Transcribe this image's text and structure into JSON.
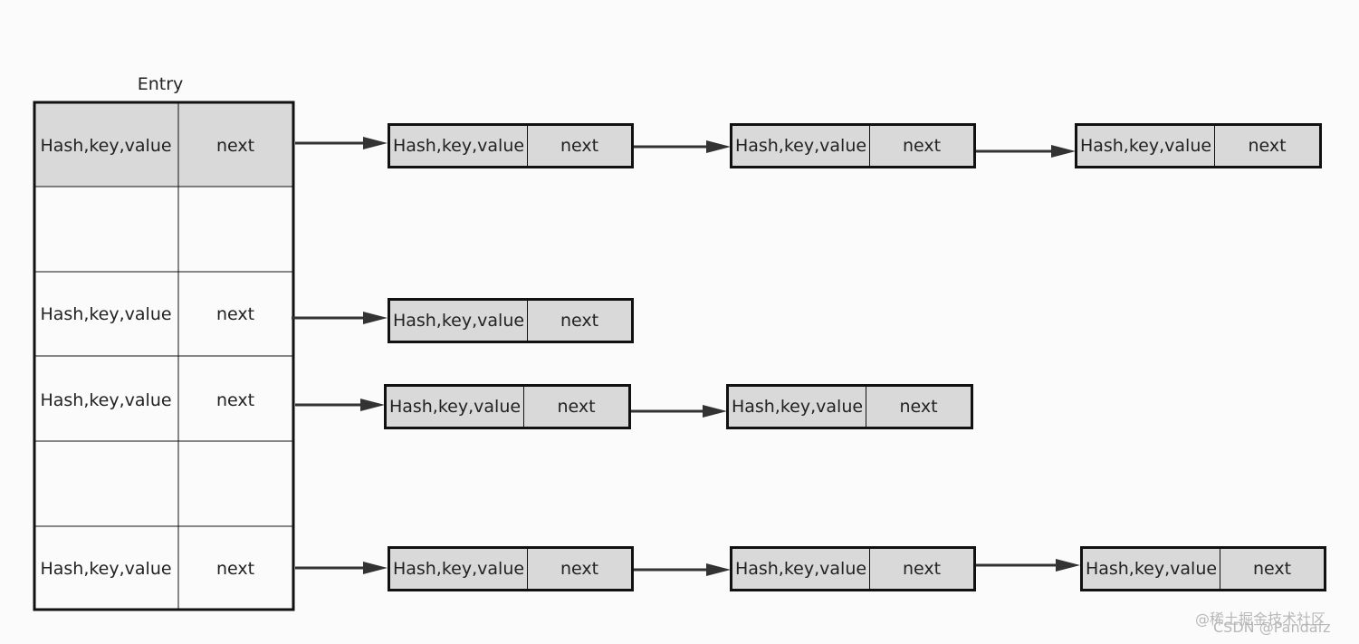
{
  "entry": {
    "title": "Entry",
    "rows": [
      {
        "hkv": "Hash,key,value",
        "next": "next"
      },
      {
        "hkv": "",
        "next": ""
      },
      {
        "hkv": "Hash,key,value",
        "next": "next"
      },
      {
        "hkv": "Hash,key,value",
        "next": "next"
      },
      {
        "hkv": "",
        "next": ""
      },
      {
        "hkv": "Hash,key,value",
        "next": "next"
      }
    ]
  },
  "chains": [
    [
      {
        "hkv": "Hash,key,value",
        "next": "next"
      },
      {
        "hkv": "Hash,key,value",
        "next": "next"
      },
      {
        "hkv": "Hash,key,value",
        "next": "next"
      }
    ],
    [
      {
        "hkv": "Hash,key,value",
        "next": "next"
      }
    ],
    [
      {
        "hkv": "Hash,key,value",
        "next": "next"
      },
      {
        "hkv": "Hash,key,value",
        "next": "next"
      }
    ],
    [
      {
        "hkv": "Hash,key,value",
        "next": "next"
      },
      {
        "hkv": "Hash,key,value",
        "next": "next"
      },
      {
        "hkv": "Hash,key,value",
        "next": "next"
      }
    ]
  ],
  "watermark": {
    "line1": "@稀土掘金技术社区",
    "line2": "CSDN @Pandafz"
  },
  "colors": {
    "stroke": "#111111",
    "arrow": "#333333",
    "highlight_fill": "#d9d9d9",
    "background": "#fbfbfb"
  }
}
